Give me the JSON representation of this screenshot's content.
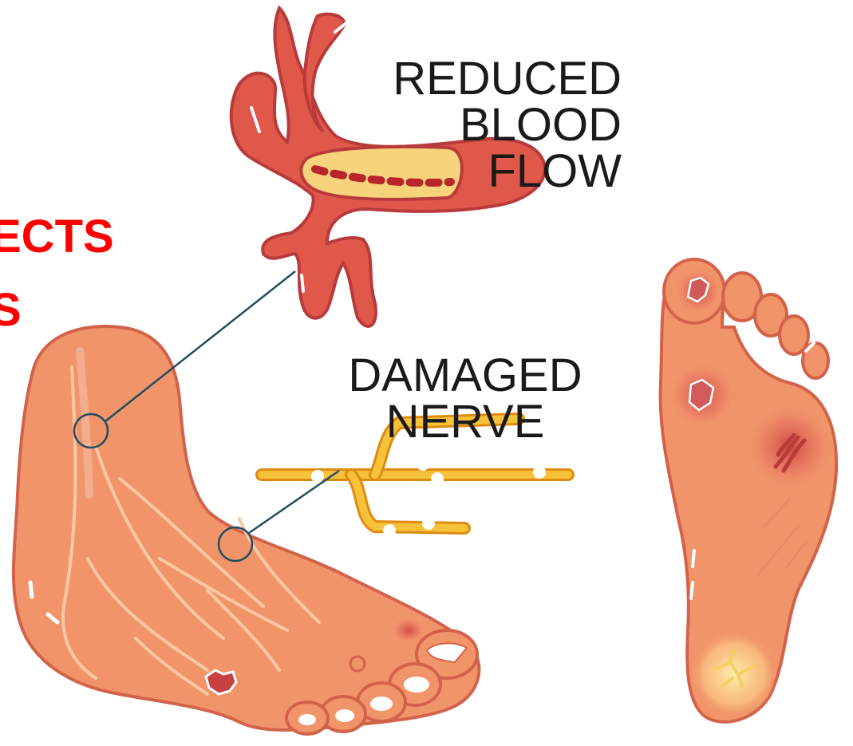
{
  "labels": {
    "blood_flow": [
      "REDUCED",
      "BLOOD",
      "FLOW"
    ],
    "nerve": [
      "DAMAGED",
      "NERVE"
    ],
    "cropped_left": [
      "ECTS",
      "S"
    ]
  },
  "colors": {
    "skin": "#f2946a",
    "skin_light": "#f8b48c",
    "skin_outline": "#d2634a",
    "vessel": "#e0584a",
    "vessel_outline": "#b83a3a",
    "plaque": "#f7d37c",
    "nerve": "#f5b82a",
    "nerve_outline": "#e08a10",
    "callout_line": "#1f4e5f",
    "ulcer": "#c84040",
    "emphasis_text": "#ff0000"
  }
}
